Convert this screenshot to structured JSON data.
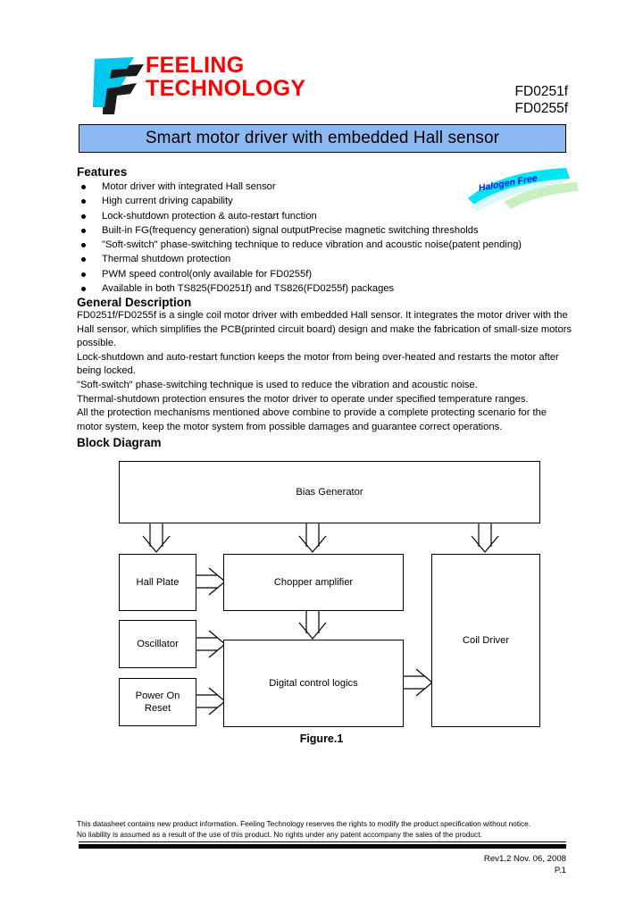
{
  "header": {
    "brand_line1": "FEELING",
    "brand_line2": "TECHNOLOGY",
    "logo_icon": "feeling-f-logo-icon",
    "part_numbers": [
      "FD0251f",
      "FD0255f"
    ],
    "brand_color": "#ff0000",
    "logo_color": "#00c8f0"
  },
  "title_bar": {
    "text": "Smart motor driver with embedded Hall sensor",
    "background_color": "#8db9f2",
    "border_color": "#000000"
  },
  "features": {
    "heading": "Features",
    "items": [
      "Motor driver with integrated Hall sensor",
      "High current driving capability",
      "Lock-shutdown protection & auto-restart function",
      "Built-in FG(frequency generation) signal outputPrecise magnetic switching thresholds",
      "\"Soft-switch\" phase-switching technique to reduce vibration and acoustic noise(patent pending)",
      "Thermal shutdown protection",
      "PWM speed control(only available for FD0255f)",
      "Available in both TS825(FD0251f) and TS826(FD0255f) packages"
    ]
  },
  "halogen_badge": {
    "text": "Halogen Free",
    "text_color": "#1515dd",
    "swoosh_cyan": "#00e5f5",
    "swoosh_green": "#c8f0c0",
    "swoosh_pale": "#d8f8fa"
  },
  "general_description": {
    "heading": "General Description",
    "paragraphs": [
      "FD0251f/FD0255f is a single coil motor driver with embedded Hall sensor. It integrates the motor driver with the Hall sensor, which simplifies the PCB(printed circuit board) design and make the fabrication of small-size motors possible.",
      "Lock-shutdown and auto-restart function keeps the motor from being over-heated and restarts the motor after being locked.",
      "\"Soft-switch\" phase-switching technique is used to reduce the vibration and acoustic noise.",
      "Thermal-shutdown protection ensures the motor driver to operate under specified temperature ranges.",
      "All the protection mechanisms mentioned above combine to provide a complete protecting scenario for the motor system, keep the motor system from possible damages and guarantee correct operations."
    ]
  },
  "block_diagram": {
    "heading": "Block Diagram",
    "caption": "Figure.1",
    "blocks": {
      "bias": "Bias Generator",
      "hall": "Hall Plate",
      "oscillator": "Oscillator",
      "power_on_reset_line1": "Power On",
      "power_on_reset_line2": "Reset",
      "chopper": "Chopper amplifier",
      "digital": "Digital control logics",
      "coil": "Coil Driver"
    }
  },
  "footer": {
    "disclaimer_line1": "This datasheet contains new product information.  Feeling Technology reserves the rights to modify the product specification without notice.",
    "disclaimer_line2": "No liability is assumed as a result of the use of this product. No rights under any patent accompany the sales of the product.",
    "revision": "Rev1.2 Nov. 06, 2008",
    "page_number": "P.1"
  }
}
